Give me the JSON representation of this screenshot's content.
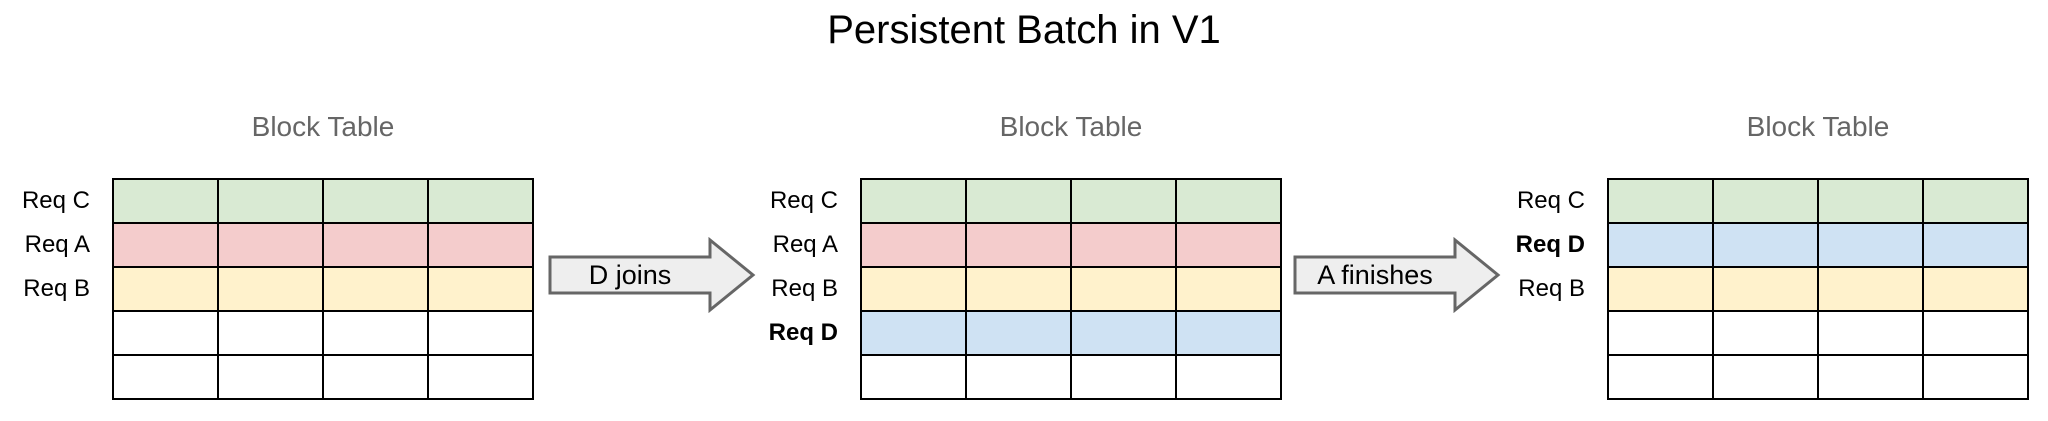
{
  "title": "Persistent Batch in V1",
  "grid": {
    "columns": 4,
    "rows": 5
  },
  "colors": {
    "green": "#d9ead3",
    "red": "#f4cccc",
    "yellow": "#fff2cc",
    "blue": "#cfe2f3",
    "white": "#ffffff",
    "grid_line": "#000000",
    "heading_gray": "#666666",
    "arrow_fill": "#eeeeee",
    "arrow_border": "#666666"
  },
  "panels": [
    {
      "heading": "Block Table",
      "row_labels": [
        {
          "text": "Req C",
          "row": 0,
          "bold": false
        },
        {
          "text": "Req A",
          "row": 1,
          "bold": false
        },
        {
          "text": "Req B",
          "row": 2,
          "bold": false
        }
      ],
      "row_colors": [
        "green",
        "red",
        "yellow",
        "white",
        "white"
      ]
    },
    {
      "heading": "Block Table",
      "row_labels": [
        {
          "text": "Req C",
          "row": 0,
          "bold": false
        },
        {
          "text": "Req A",
          "row": 1,
          "bold": false
        },
        {
          "text": "Req B",
          "row": 2,
          "bold": false
        },
        {
          "text": "Req D",
          "row": 3,
          "bold": true
        }
      ],
      "row_colors": [
        "green",
        "red",
        "yellow",
        "blue",
        "white"
      ]
    },
    {
      "heading": "Block Table",
      "row_labels": [
        {
          "text": "Req C",
          "row": 0,
          "bold": false
        },
        {
          "text": "Req D",
          "row": 1,
          "bold": true
        },
        {
          "text": "Req B",
          "row": 2,
          "bold": false
        }
      ],
      "row_colors": [
        "green",
        "blue",
        "yellow",
        "white",
        "white"
      ]
    }
  ],
  "arrows": [
    {
      "label": "D joins"
    },
    {
      "label": "A finishes"
    }
  ]
}
